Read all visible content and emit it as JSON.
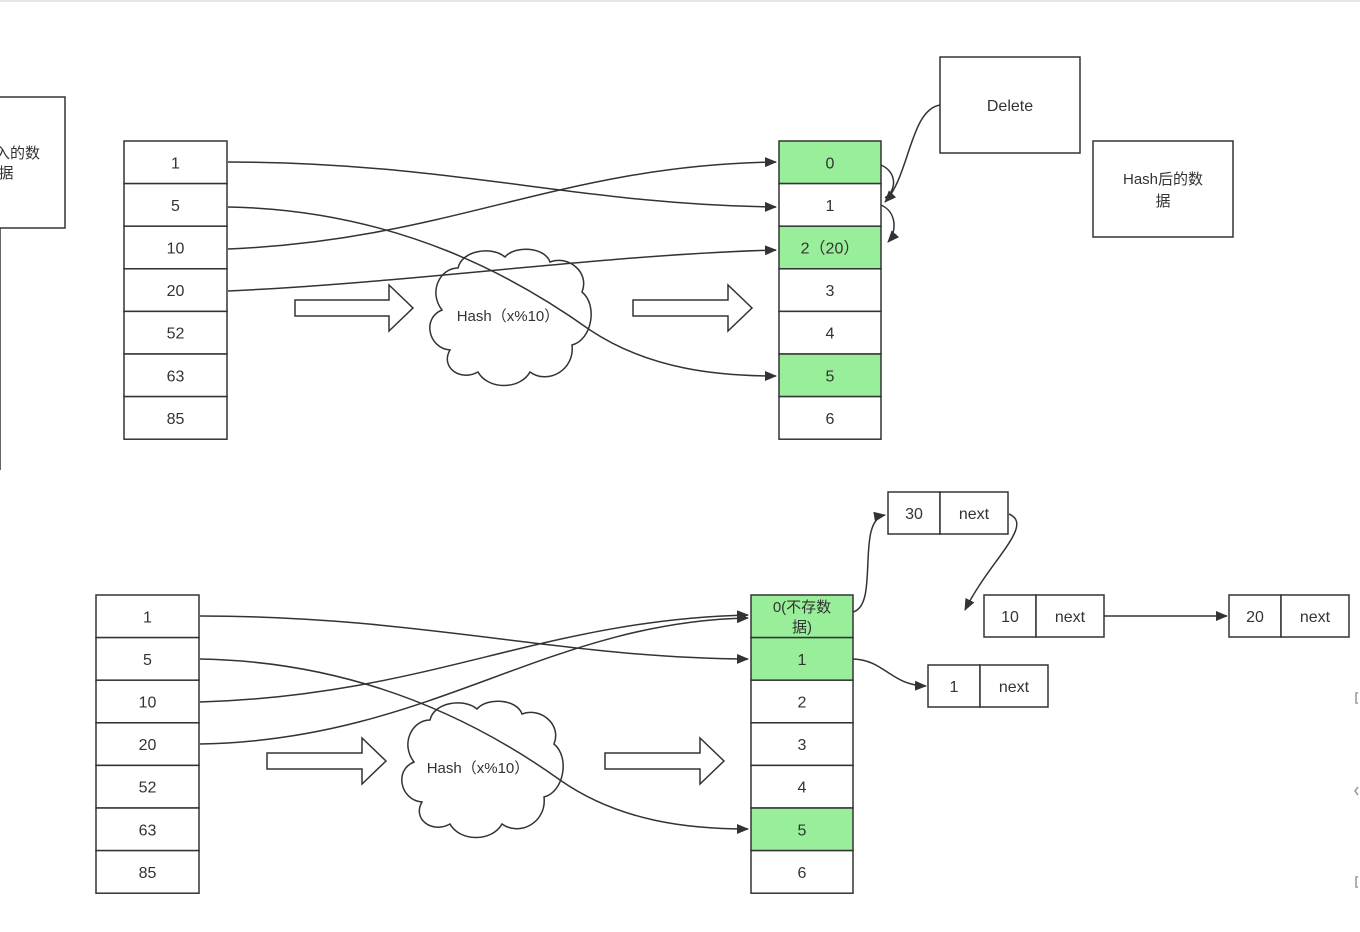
{
  "colors": {
    "highlight": "#99ee99",
    "stroke": "#333333",
    "background": "#ffffff"
  },
  "top": {
    "input_values": [
      "1",
      "5",
      "10",
      "20",
      "52",
      "63",
      "85"
    ],
    "hash_label": "Hash（x%10）",
    "slots": [
      "0",
      "1",
      "2（20）",
      "3",
      "4",
      "5",
      "6"
    ],
    "highlighted_slots": [
      0,
      2,
      5
    ],
    "delete_label": "Delete",
    "hashed_note_line1": "Hash后的数",
    "hashed_note_line2": "据",
    "left_note_line1": "入的数",
    "left_note_line2": "据"
  },
  "bottom": {
    "input_values": [
      "1",
      "5",
      "10",
      "20",
      "52",
      "63",
      "85"
    ],
    "hash_label": "Hash（x%10）",
    "slots": [
      "0(不存数",
      "1",
      "2",
      "3",
      "4",
      "5",
      "6"
    ],
    "slot0_line2": "据)",
    "highlighted_slots": [
      0,
      1,
      5
    ],
    "node_next_label": "next",
    "chain_nodes": [
      "30",
      "10",
      "20"
    ],
    "slot1_node": "1"
  }
}
